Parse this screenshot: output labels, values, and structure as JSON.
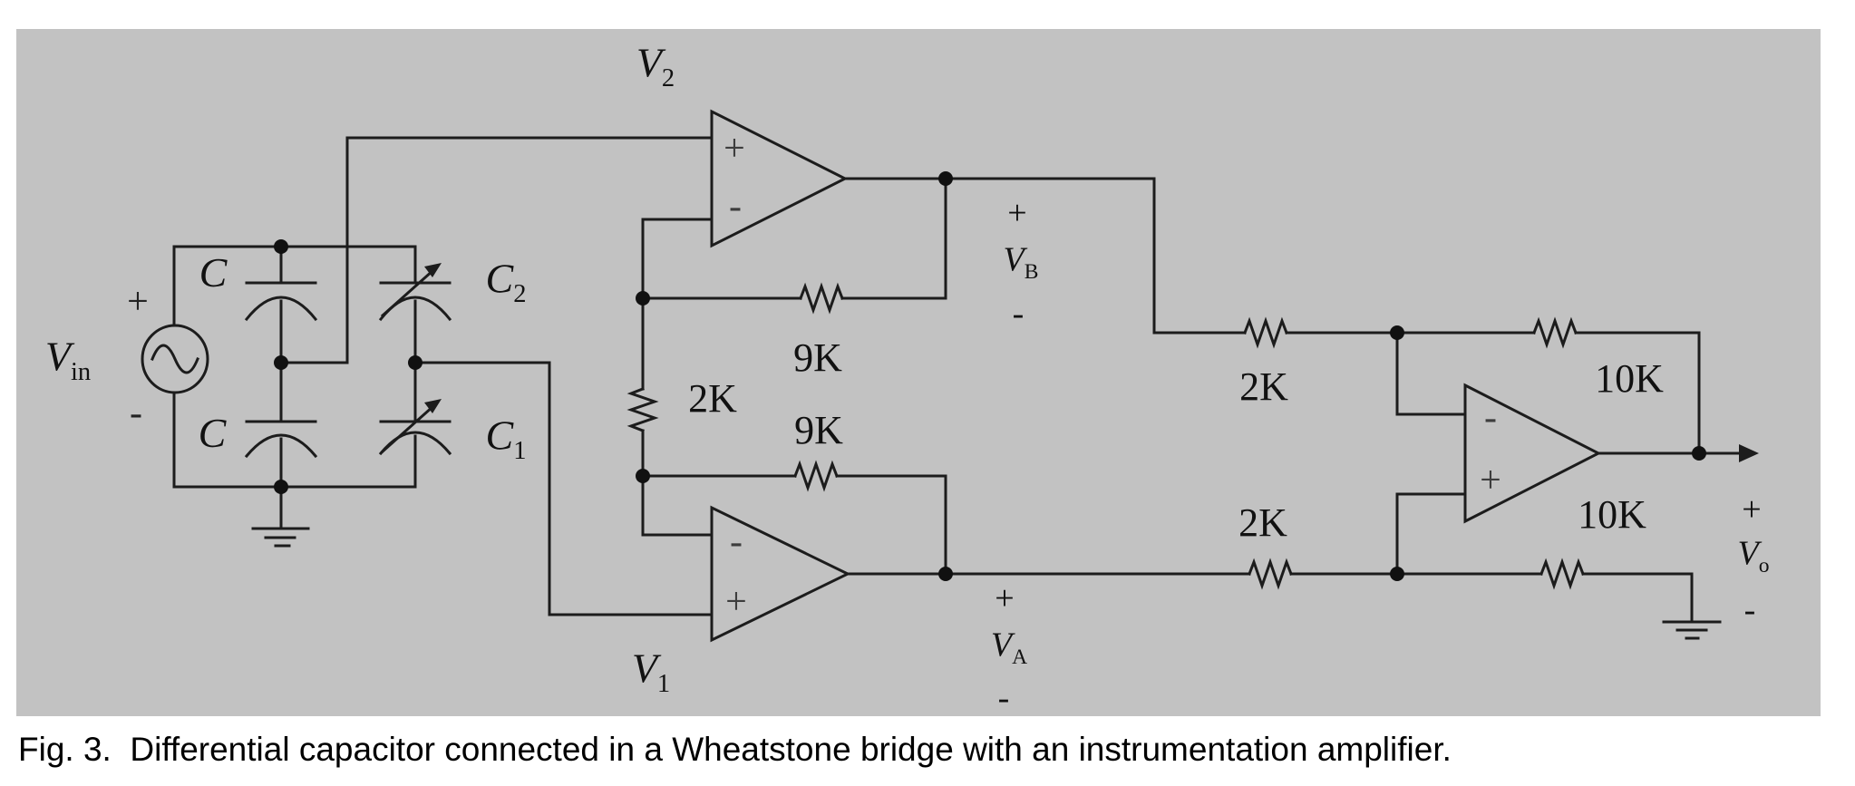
{
  "figure": {
    "caption": "Fig. 3.  Differential capacitor connected in a Wheatstone bridge with an instrumentation amplifier.",
    "background_color": "#c2c2c2",
    "line_color": "#1c1c1c"
  },
  "signs": {
    "plus": "+",
    "minus": "-"
  },
  "labels": {
    "vin": {
      "base": "V",
      "sub": "in"
    },
    "v2": {
      "base": "V",
      "sub": "2"
    },
    "v1": {
      "base": "V",
      "sub": "1"
    },
    "vb": {
      "base": "V",
      "sub": "B"
    },
    "va": {
      "base": "V",
      "sub": "A"
    },
    "vo": {
      "base": "V",
      "sub": "o"
    },
    "c_top": "C",
    "c_bottom": "C",
    "c2": {
      "base": "C",
      "sub": "2"
    },
    "c1": {
      "base": "C",
      "sub": "1"
    }
  },
  "resistors": {
    "r9k_top": "9K",
    "r2k_gain": "2K",
    "r9k_bottom": "9K",
    "r2k_in_top": "2K",
    "r2k_in_bottom": "2K",
    "r10k_top": "10K",
    "r10k_bottom": "10K"
  }
}
